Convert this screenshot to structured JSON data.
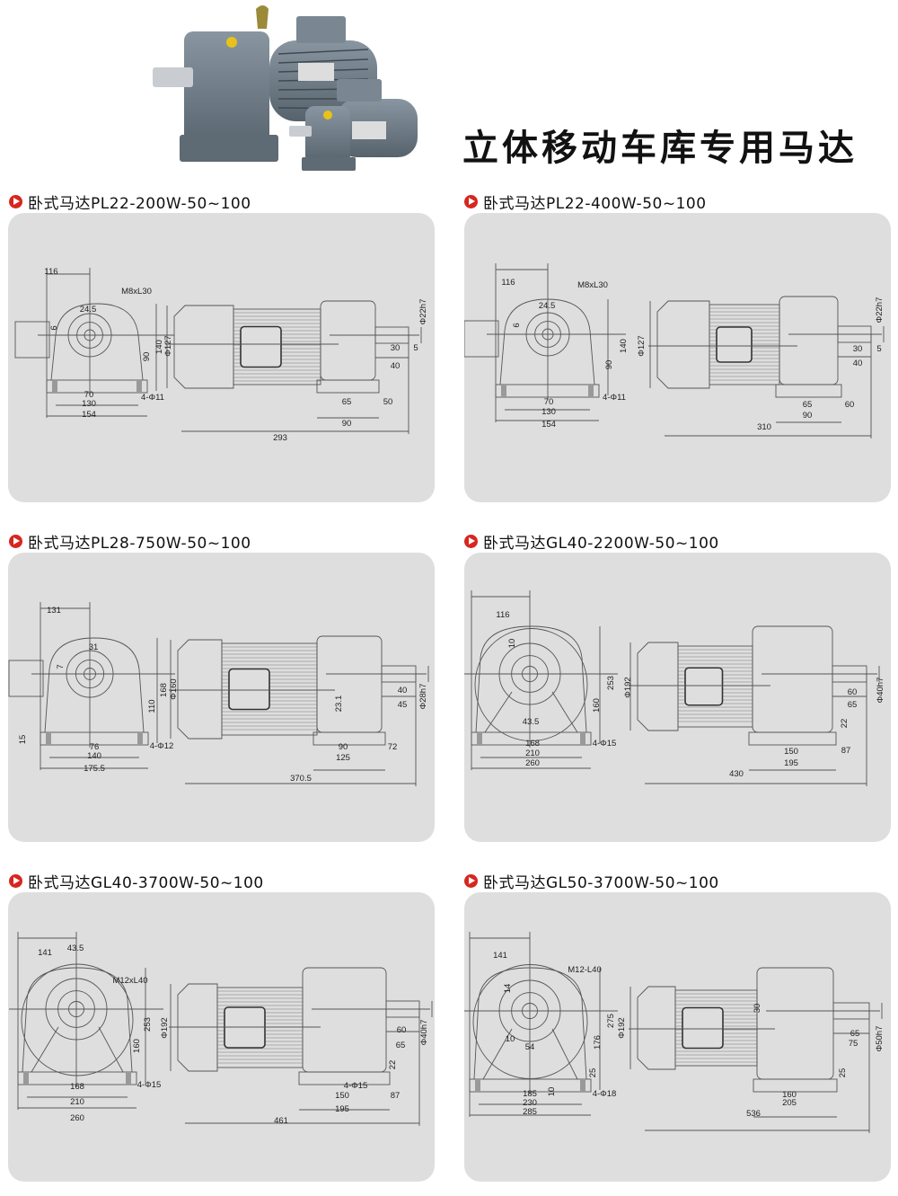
{
  "header": {
    "title": "立体移动车库专用马达",
    "photo_alt": "gear-motor-product-photo"
  },
  "colors": {
    "accent": "#d7261e",
    "panel": "#dedede",
    "motor": "#6f7c87"
  },
  "panels": [
    {
      "title": "卧式马达PL22-200W-50~100",
      "labels": [
        "116",
        "M8xL30",
        "24.5",
        "6",
        "90",
        "140",
        "Φ127",
        "Φ22h7",
        "30",
        "5",
        "40",
        "70",
        "4-Φ11",
        "130",
        "154",
        "65",
        "50",
        "90",
        "293"
      ]
    },
    {
      "title": "卧式马达PL22-400W-50~100",
      "labels": [
        "116",
        "M8xL30",
        "24.5",
        "6",
        "90",
        "140",
        "Φ127",
        "Φ22h7",
        "30",
        "5",
        "40",
        "70",
        "4-Φ11",
        "130",
        "154",
        "65",
        "60",
        "90",
        "310"
      ]
    },
    {
      "title": "卧式马达PL28-750W-50~100",
      "labels": [
        "131",
        "31",
        "7",
        "168",
        "110",
        "Φ160",
        "15",
        "76",
        "4-Φ12",
        "140",
        "175.5",
        "23.1",
        "40",
        "45",
        "Φ28h7",
        "90",
        "72",
        "125",
        "370.5"
      ]
    },
    {
      "title": "卧式马达GL40-2200W-50~100",
      "labels": [
        "116",
        "10",
        "253",
        "160",
        "Φ192",
        "43.5",
        "168",
        "4-Φ15",
        "210",
        "260",
        "60",
        "65",
        "Φ40h7",
        "22",
        "150",
        "87",
        "195",
        "430"
      ]
    },
    {
      "title": "卧式马达GL40-3700W-50~100",
      "labels": [
        "141",
        "43.5",
        "M12xL40",
        "253",
        "160",
        "Φ192",
        "168",
        "4-Φ15",
        "210",
        "260",
        "60",
        "65",
        "Φ40h7",
        "22",
        "4-Φ15",
        "150",
        "87",
        "195",
        "461"
      ]
    },
    {
      "title": "卧式马达GL50-3700W-50~100",
      "labels": [
        "141",
        "M12-L40",
        "14",
        "10",
        "54",
        "275",
        "176",
        "Φ192",
        "25",
        "10",
        "4-Φ18",
        "185",
        "230",
        "285",
        "30",
        "65",
        "75",
        "Φ50h7",
        "25",
        "160",
        "205",
        "536"
      ]
    }
  ]
}
